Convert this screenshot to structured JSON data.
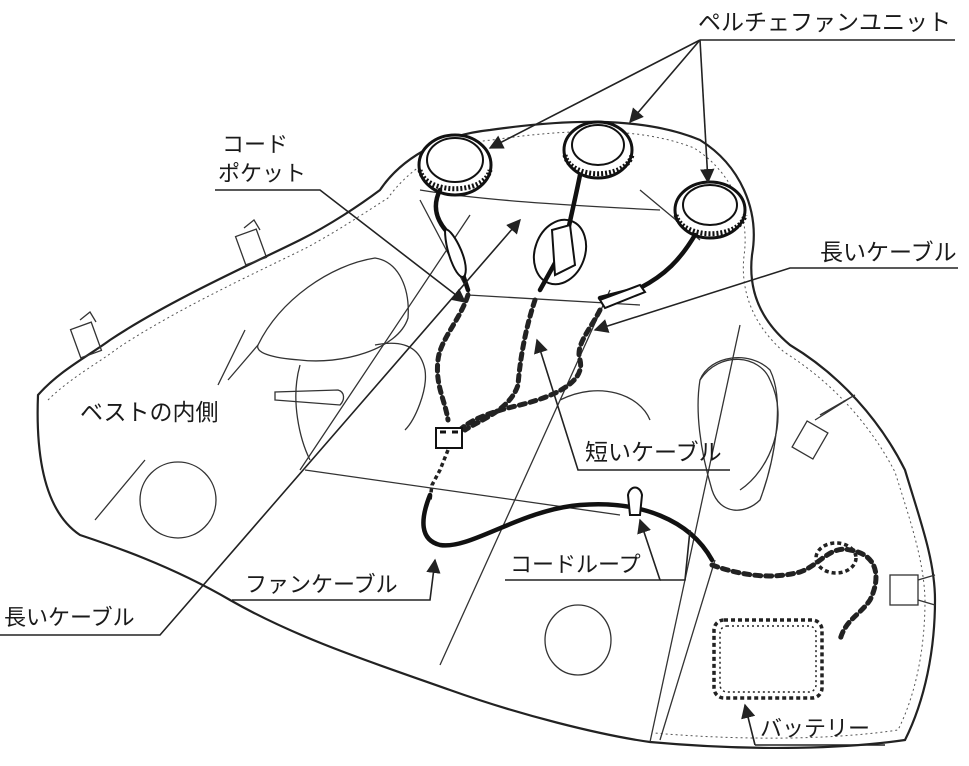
{
  "labels": {
    "peltier_fan_unit": "ペルチェファンユニット",
    "cord_pocket_line1": "コード",
    "cord_pocket_line2": "ポケット",
    "long_cable_right": "長いケーブル",
    "vest_inside": "ベストの内側",
    "short_cable": "短いケーブル",
    "fan_cable": "ファンケーブル",
    "cord_loop": "コードループ",
    "long_cable_left": "長いケーブル",
    "battery": "バッテリー"
  }
}
